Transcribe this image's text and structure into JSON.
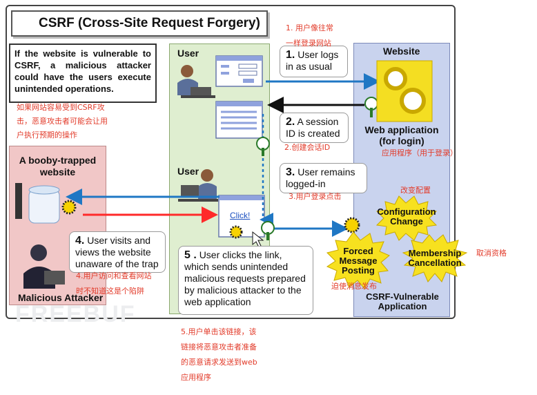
{
  "title": "CSRF (Cross-Site Request Forgery)",
  "intro": {
    "en": "If the website is vulnerable to CSRF, a malicious attacker could have the users execute unintended operations.",
    "cn_lines": [
      "如果网站容易受到CSRF攻",
      "击，恶意攻击者可能会让用",
      "户执行预期的操作"
    ]
  },
  "columns": {
    "user_top": "User",
    "user_mid": "User",
    "website": "Website",
    "booby_trapped": [
      "A booby-trapped",
      "website"
    ],
    "malicious_attacker": "Malicious Attacker"
  },
  "web_app": {
    "line1": "Web application",
    "line2": "(for login)",
    "cn": "应用程序（用于登录）"
  },
  "steps": {
    "s1": {
      "num": "1.",
      "text_l1": "User logs",
      "text_l2": "in as usual",
      "cn_l1": "1. 用户像往常",
      "cn_l2": "一样登录网站"
    },
    "s2": {
      "num": "2.",
      "text_l1": "A session",
      "text_l2": "ID is created",
      "cn": "2.创建会话ID"
    },
    "s3": {
      "num": "3.",
      "text_l1": "User remains",
      "text_l2": "logged-in",
      "cn": "3.用户登录点击"
    },
    "s4": {
      "num": "4.",
      "text_l1": "User visits and",
      "text_l2": "views the website",
      "text_l3": "unaware of the trap",
      "cn_l1": "4.用户访问和查看网站",
      "cn_l2": "时不知道这是个陷阱"
    },
    "s5": {
      "num": "5 .",
      "text_l1": "User clicks the link,",
      "text_l2": "which sends unintended",
      "text_l3": "malicious requests prepared",
      "text_l4": "by malicious attacker to the",
      "text_l5": "web application",
      "cn_l1": "5.用户单击该链接，该",
      "cn_l2": "链接将恶意攻击者准备",
      "cn_l3": "的恶意请求发送到web",
      "cn_l4": "应用程序"
    }
  },
  "link_text": "Click!",
  "bursts": {
    "config": {
      "l1": "Configuration",
      "l2": "Change",
      "cn": "改变配置"
    },
    "forced": {
      "l1": "Forced",
      "l2": "Message",
      "l3": "Posting",
      "cn": "迫使消息发布"
    },
    "member": {
      "l1": "Membership",
      "l2": "Cancellation",
      "cn": "取消资格"
    }
  },
  "vuln_app": {
    "l1": "CSRF-Vulnerable",
    "l2": "Application"
  },
  "watermark": "FREEBUF",
  "colors": {
    "arrow_blue": "#1f77c4",
    "arrow_red": "#ff2a2a",
    "arrow_black": "#111111",
    "cn_red": "#e23b2a",
    "burst_yellow": "#f7e11f"
  }
}
